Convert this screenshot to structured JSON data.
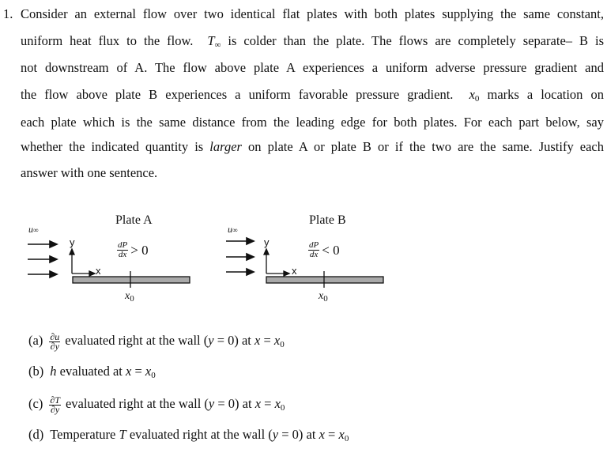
{
  "problem": {
    "number": "1.",
    "lines": [
      "Consider an external flow over two identical flat plates with both plates supplying the same constant,",
      [
        "uniform heat flux to the flow. ",
        "T",
        "∞",
        " is colder than the plate. The flows are completely separate– B is"
      ],
      "not downstream of A. The flow above plate A experiences a uniform adverse pressure gradient and",
      [
        "the flow above plate B experiences a uniform favorable pressure gradient. ",
        "x",
        "0",
        " marks a location on"
      ],
      "each plate which is the same distance from the leading edge for both plates. For each part below, say",
      [
        "whether the indicated quantity is ",
        "larger",
        " on plate A or plate B or if the two are the same. Justify each"
      ],
      "answer with one sentence."
    ],
    "line2_pre": "uniform heat flux to the flow.",
    "line2_var": "T",
    "line2_sub": "∞",
    "line2_post": "is colder than the plate. The flows are completely separate– B is",
    "line4_pre": "the flow above plate B experiences a uniform favorable pressure gradient.",
    "line4_var": "x",
    "line4_sub": "0",
    "line4_post": "marks a location on",
    "line6_pre": "whether the indicated quantity is",
    "line6_em": "larger",
    "line6_post": "on plate A or plate B or if the two are the same. Justify each"
  },
  "diagram": {
    "plates": [
      {
        "title": "Plate A",
        "freestream_var": "u",
        "freestream_sub": "∞",
        "axis_y": "y",
        "axis_x": "x",
        "gradient_num": "dP",
        "gradient_den": "dx",
        "gradient_cmp": "> 0",
        "marker_var": "x",
        "marker_sub": "0"
      },
      {
        "title": "Plate B",
        "freestream_var": "u",
        "freestream_sub": "∞",
        "axis_y": "y",
        "axis_x": "x",
        "gradient_num": "dP",
        "gradient_den": "dx",
        "gradient_cmp": "< 0",
        "marker_var": "x",
        "marker_sub": "0"
      }
    ],
    "plate_fill": "#a9a9a9",
    "stroke": "#111111"
  },
  "parts": [
    {
      "tag": "(a)",
      "frac_num": "∂u",
      "frac_den": "∂y",
      "text": "evaluated right at the wall (",
      "cond_var": "y",
      "cond_eq": " = 0) at ",
      "loc_var": "x",
      "loc_eq": " = ",
      "loc_x": "x",
      "loc_sub": "0"
    },
    {
      "tag": "(b)",
      "var": "h",
      "text": " evaluated at ",
      "loc_var": "x",
      "loc_eq": " = ",
      "loc_x": "x",
      "loc_sub": "0"
    },
    {
      "tag": "(c)",
      "frac_num": "∂T",
      "frac_den": "∂y",
      "text": "evaluated right at the wall (",
      "cond_var": "y",
      "cond_eq": " = 0) at ",
      "loc_var": "x",
      "loc_eq": " = ",
      "loc_x": "x",
      "loc_sub": "0"
    },
    {
      "tag": "(d)",
      "pre": "Temperature ",
      "var": "T",
      "text": " evaluated right at the wall (",
      "cond_var": "y",
      "cond_eq": " = 0) at ",
      "loc_var": "x",
      "loc_eq": " = ",
      "loc_x": "x",
      "loc_sub": "0"
    }
  ]
}
